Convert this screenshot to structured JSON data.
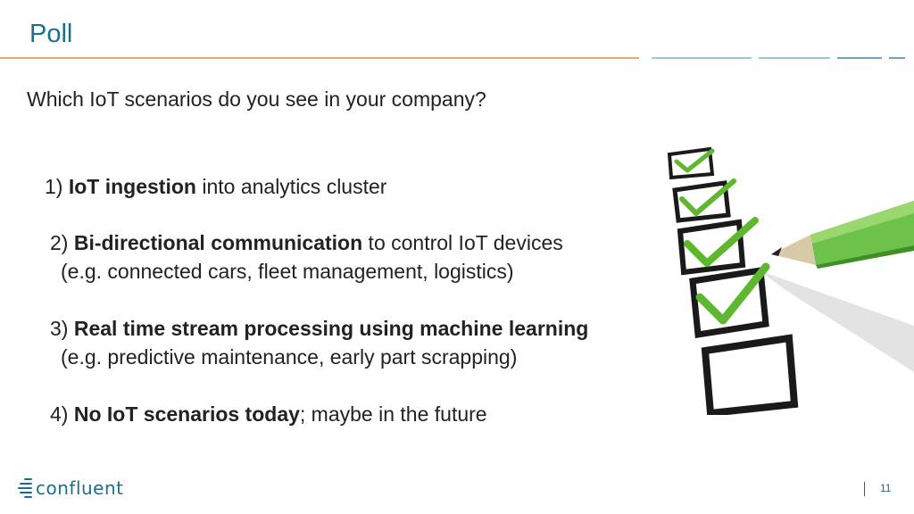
{
  "slide": {
    "title": "Poll",
    "question": "Which IoT scenarios do you see in your company?",
    "options": [
      {
        "num": "1)",
        "bold": "IoT ingestion",
        "rest": " into analytics cluster",
        "sub": ""
      },
      {
        "num": "2)",
        "bold": "Bi-directional communication",
        "rest": " to control IoT devices",
        "sub": "(e.g. connected cars, fleet management, logistics)"
      },
      {
        "num": "3)",
        "bold": "Real time stream processing using machine learning",
        "rest": "",
        "sub": "(e.g. predictive maintenance, early part scrapping)"
      },
      {
        "num": "4)",
        "bold": "No IoT scenarios today",
        "rest": "; maybe in the future",
        "sub": ""
      }
    ]
  },
  "footer": {
    "logo_text": "confluent",
    "page_number": "11"
  },
  "illustration": {
    "icon": "checklist-with-pen-icon",
    "checked_boxes": 4,
    "total_boxes": 5
  },
  "colors": {
    "title": "#1c6e8e",
    "rule_orange": "#f0a36a",
    "check_green": "#5fb72f"
  }
}
